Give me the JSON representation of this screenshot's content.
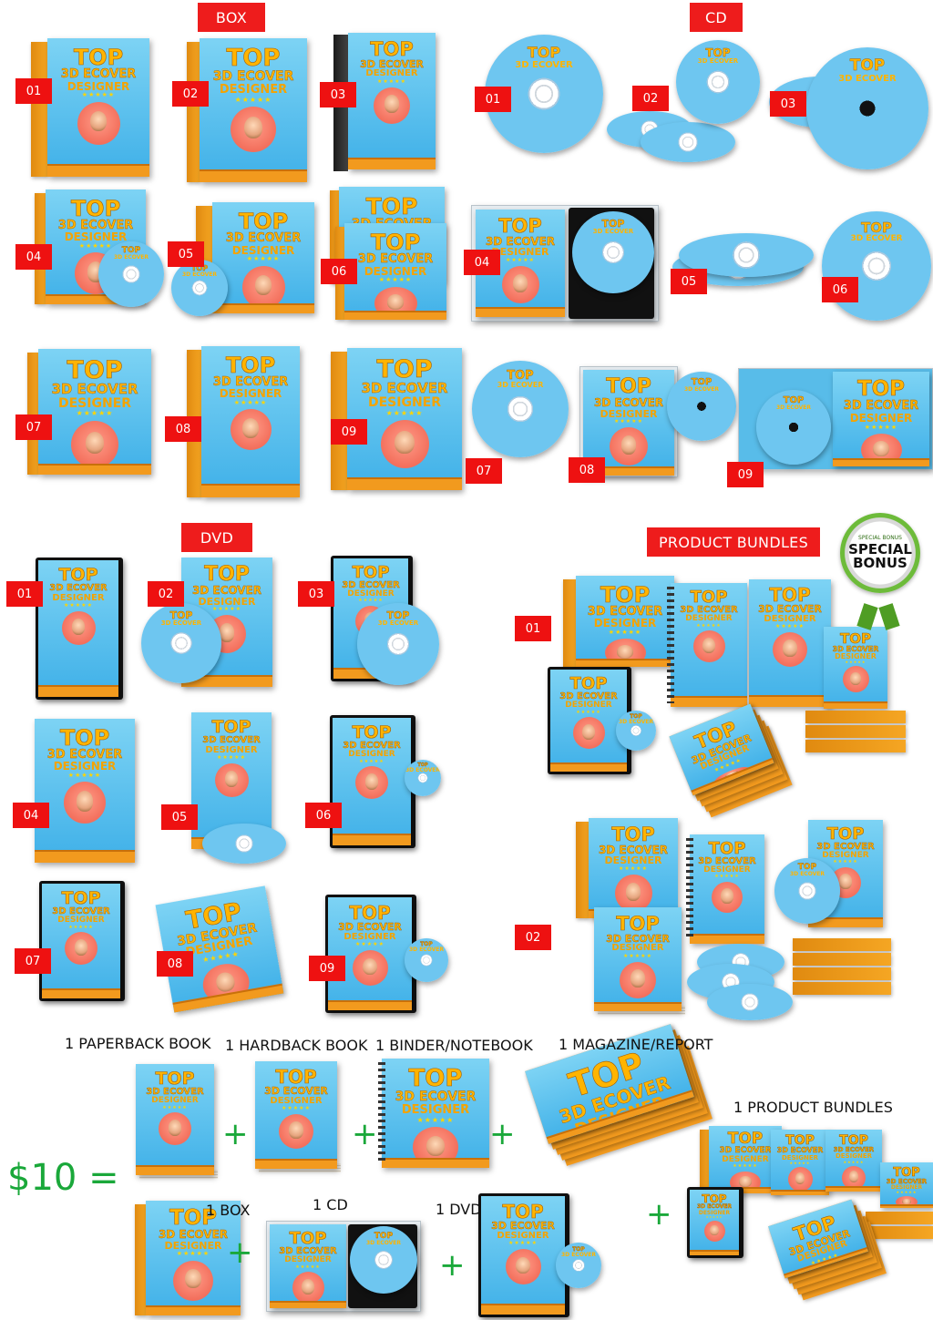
{
  "sections": {
    "box": "BOX",
    "cd": "CD",
    "dvd": "DVD",
    "bundles": "PRODUCT BUNDLES"
  },
  "numbers": [
    "01",
    "02",
    "03",
    "04",
    "05",
    "06",
    "07",
    "08",
    "09"
  ],
  "cover": {
    "line1": "TOP",
    "line2": "3D ECOVER",
    "line3": "DESIGNER",
    "stars": "★★★★★"
  },
  "badge": {
    "ring_text": "SPECIAL BONUS",
    "line1": "SPECIAL",
    "line2": "BONUS"
  },
  "offer": {
    "price": "$10 =",
    "items": {
      "paperback": "1 PAPERBACK BOOK",
      "hardback": "1 HARDBACK BOOK",
      "binder": "1 BINDER/NOTEBOOK",
      "magazine": "1 MAGAZINE/REPORT",
      "bundles": "1 PRODUCT BUNDLES",
      "box": "1 BOX",
      "cd": "1 CD",
      "dvd": "1 DVD"
    },
    "plus": "+"
  },
  "colors": {
    "label_red": "#ee1c1c",
    "accent_green": "#1aa83a",
    "cover_blue": "#3fb0e8",
    "cover_orange": "#f29a1e"
  }
}
